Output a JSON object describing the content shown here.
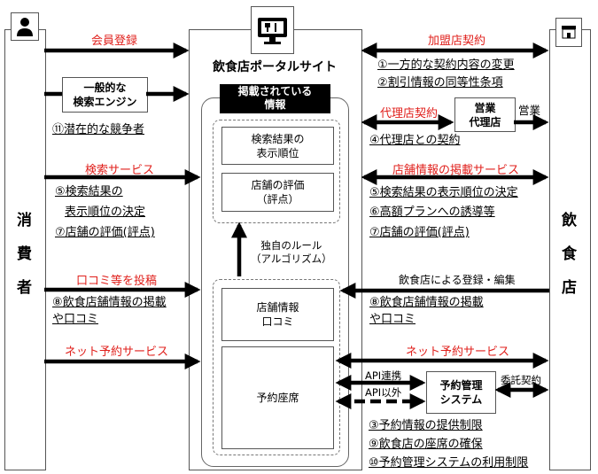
{
  "consumer": {
    "label_chars": [
      "消",
      "費",
      "者"
    ],
    "icon": "person-icon"
  },
  "restaurant": {
    "label_chars": [
      "飲",
      "食",
      "店"
    ],
    "icon": "storefront-icon"
  },
  "portal": {
    "icon": "monitor-fork-knife-icon",
    "title": "飲食店ポータルサイト",
    "listed_info_header": [
      "掲載されている",
      "情報"
    ],
    "search_rank_box": [
      "検索結果の",
      "表示順位"
    ],
    "rating_box": [
      "店舗の評価",
      "（評点）"
    ],
    "algorithm_label": [
      "独自のルール",
      "（アルゴリズム）"
    ],
    "store_info_box": [
      "店舗情報",
      "口コミ"
    ],
    "reservation_box": "予約座席"
  },
  "left": {
    "member_registration": "会員登録",
    "search_engine_box": [
      "一般的な",
      "検索エンジン"
    ],
    "note_11": "⑪潜在的な競争者",
    "search_service": "検索サービス",
    "note_5": [
      "⑤検索結果の",
      "表示順位の決定"
    ],
    "note_7": "⑦店舗の評価(評点)",
    "post_reviews": "口コミ等を投稿",
    "note_8": [
      "⑧飲食店舗情報の掲載",
      "や口コミ"
    ],
    "net_reservation": "ネット予約サービス"
  },
  "right": {
    "franchise_contract": "加盟店契約",
    "note_1": "①一方的な契約内容の変更",
    "note_2": "②割引情報の同等性条項",
    "agency_contract": "代理店契約",
    "agency_box": [
      "営業",
      "代理店"
    ],
    "sales": "営業",
    "note_4": "④代理店との契約",
    "listing_service": "店舗情報の掲載サービス",
    "note_5": "⑤検索結果の表示順位の決定",
    "note_6": "⑥高額プランへの誘導等",
    "note_7": "⑦店舗の評価(評点)",
    "registration_edit": "飲食店による登録・編集",
    "note_8": [
      "⑧飲食店舗情報の掲載",
      "や口コミ"
    ],
    "net_reservation": "ネット予約サービス",
    "api_link": "API連携",
    "non_api": "API以外",
    "reservation_system_box": [
      "予約管理",
      "システム"
    ],
    "consignment": "委託契約",
    "note_3": "③予約情報の提供制限",
    "note_9": "⑨飲食店の座席の確保",
    "note_10": "⑩予約管理システムの利用制限"
  },
  "colors": {
    "service_label": "#e0201c",
    "header_bg": "#000000"
  }
}
